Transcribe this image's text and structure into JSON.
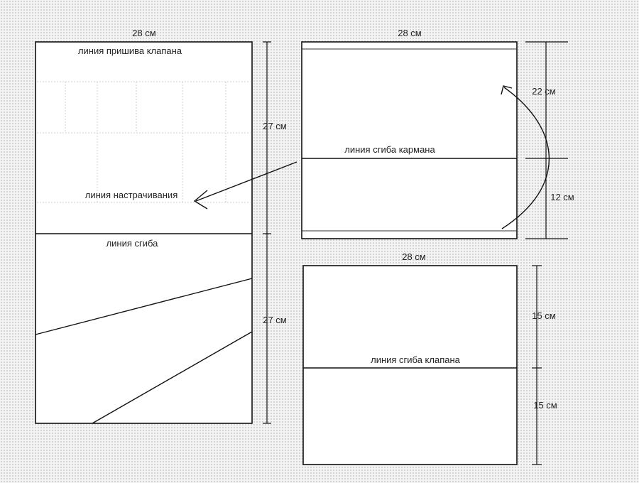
{
  "pattern_left": {
    "width_label": "28 см",
    "flap_line_label": "линия пришива клапана",
    "stitch_line_label": "линия настрачивания",
    "fold_line_label": "линия сгиба",
    "height_top_label": "27 см",
    "height_bottom_label": "27 см"
  },
  "pattern_pocket": {
    "width_label": "28 см",
    "fold_line_label": "линия сгиба кармана",
    "height_top_label": "22 см",
    "height_bottom_label": "12 см"
  },
  "pattern_flap": {
    "width_label": "28 см",
    "fold_line_label": "линия сгиба клапана",
    "height_top_label": "15 см",
    "height_bottom_label": "15 см"
  }
}
